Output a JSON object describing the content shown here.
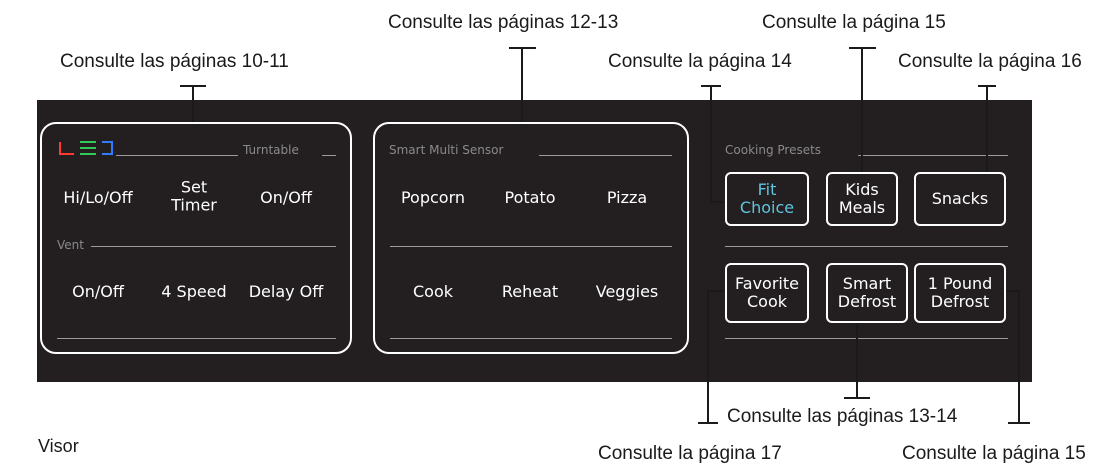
{
  "callouts": {
    "pages_10_11": "Consulte las páginas 10-11",
    "pages_12_13": "Consulte las páginas 12-13",
    "page_15_top": "Consulte la página 15",
    "page_14": "Consulte la página 14",
    "page_16": "Consulte la página 16",
    "pages_13_14": "Consulte las páginas 13-14",
    "page_17": "Consulte la página 17",
    "page_15_bottom": "Consulte la página 15",
    "visor": "Visor"
  },
  "left_group": {
    "turntable_label": "Turntable",
    "vent_label": "Vent",
    "led_colors": [
      "#ff3b30",
      "#34c759",
      "#2f7bff"
    ],
    "buttons": {
      "hi_lo_off": "Hi/Lo/Off",
      "set_timer": "Set\nTimer",
      "turntable_on_off": "On/Off",
      "vent_on_off": "On/Off",
      "four_speed": "4 Speed",
      "delay_off": "Delay Off"
    }
  },
  "sensor_group": {
    "label": "Smart Multi Sensor",
    "buttons": {
      "popcorn": "Popcorn",
      "potato": "Potato",
      "pizza": "Pizza",
      "cook": "Cook",
      "reheat": "Reheat",
      "veggies": "Veggies"
    }
  },
  "presets": {
    "label": "Cooking Presets",
    "accent_color": "#5ec4e0",
    "buttons": {
      "fit_choice": "Fit\nChoice",
      "kids_meals": "Kids\nMeals",
      "snacks": "Snacks",
      "favorite_cook": "Favorite\nCook",
      "smart_defrost": "Smart\nDefrost",
      "one_pound_defrost": "1 Pound\nDefrost"
    }
  }
}
